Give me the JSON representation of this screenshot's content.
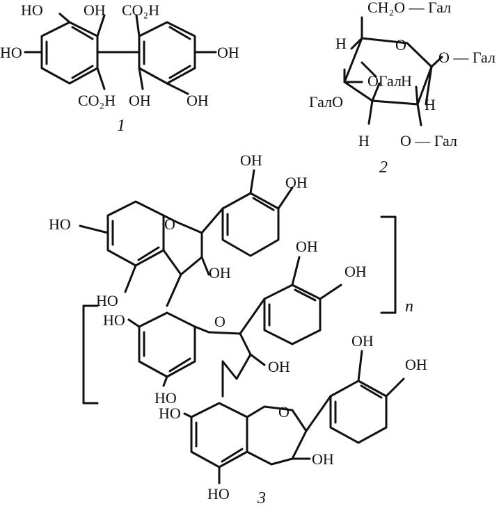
{
  "compound1": {
    "number": "1",
    "labels": {
      "ho_top1": "HO",
      "oh_top2": "OH",
      "co2h_top": "CO₂H",
      "ho_left": "HO",
      "oh_right": "OH",
      "co2h_bottom": "CO₂H",
      "oh_bottom1": "OH",
      "oh_bottom2": "OH"
    }
  },
  "compound2": {
    "number": "2",
    "labels": {
      "ch2o_gal": "CH₂O — Гал",
      "o_ring": "O",
      "h1": "H",
      "o_gal_right": "O — Гал",
      "o_gal_mid": "OГал",
      "h2": "H",
      "galo": "ГалO",
      "h3": "H",
      "h4": "H",
      "o_gal_bottom": "O — Гал"
    }
  },
  "compound3": {
    "number": "3",
    "repeat_index": "n",
    "labels": {
      "u_oh_a": "OH",
      "u_oh_b": "OH",
      "u_ho": "HO",
      "u_o": "O",
      "u_oh_c": "OH",
      "u_ho2": "HO",
      "m_oh_a": "OH",
      "m_oh_b": "OH",
      "m_ho": "HO",
      "m_o": "O",
      "m_oh_c": "OH",
      "m_ho2": "HO",
      "l_oh_a": "OH",
      "l_oh_b": "OH",
      "l_ho": "HO",
      "l_o": "O",
      "l_oh_c": "OH",
      "l_ho2": "HO"
    }
  }
}
